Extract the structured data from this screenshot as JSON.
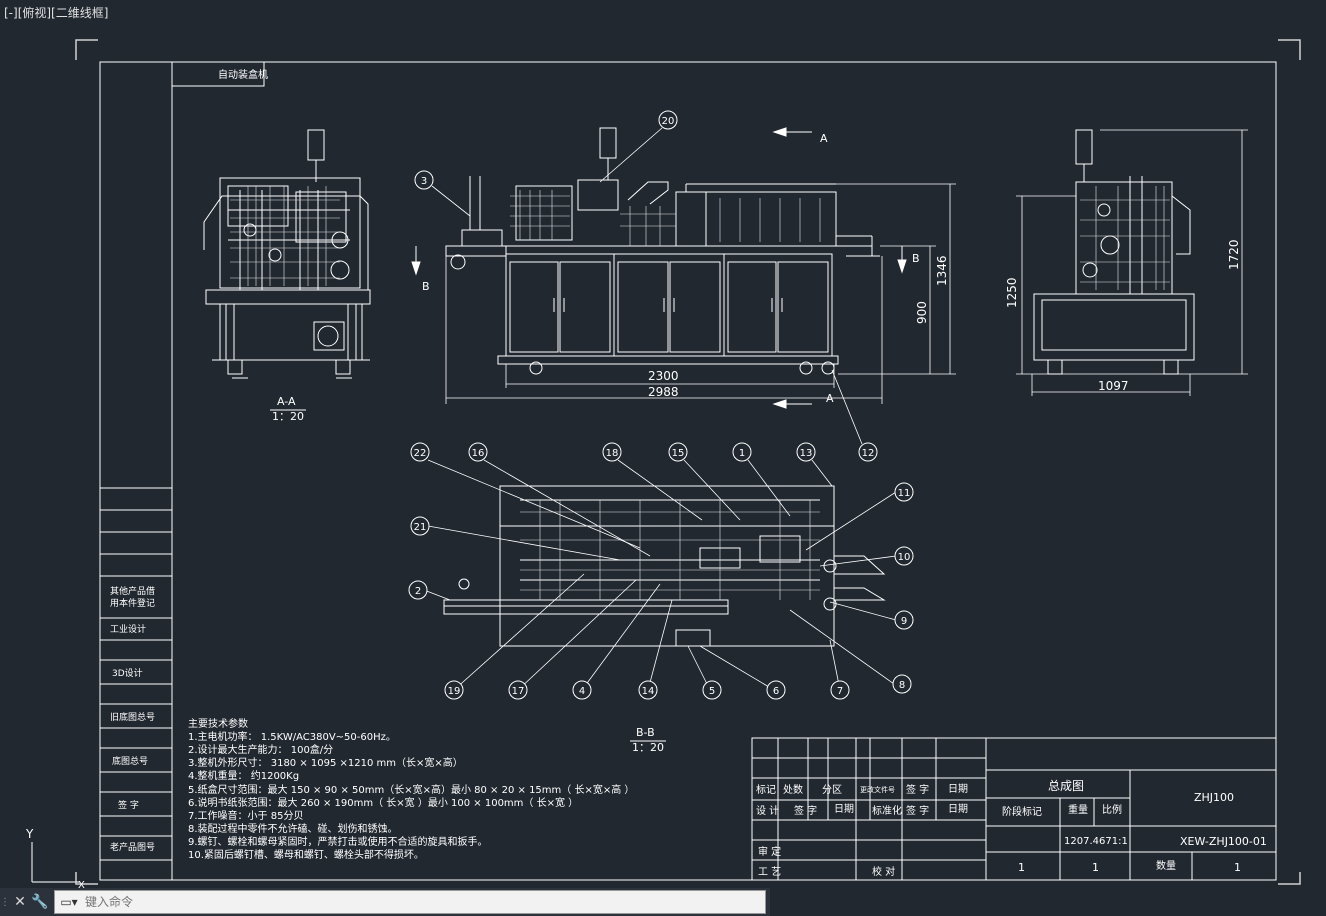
{
  "viewport_label": "[-][俯视][二维线框]",
  "command_line": {
    "placeholder": "键入命令"
  },
  "ucs": {
    "y_label": "Y",
    "x_label": "X"
  },
  "title_block_tab": "自动装盒机",
  "views": {
    "aa_label": "A-A",
    "aa_scale": "1：20",
    "bb_label": "B-B",
    "bb_scale": "1：20",
    "arrow_a": "A",
    "arrow_b": "B"
  },
  "dimensions": {
    "front_width_inner": "2300",
    "front_width_total": "2988",
    "front_height_total": "1346",
    "front_height_table": "900",
    "side_height_total": "1720",
    "side_height_body": "1250",
    "side_width": "1097"
  },
  "balloons": {
    "b1": "1",
    "b2": "2",
    "b3": "3",
    "b4": "4",
    "b5": "5",
    "b6": "6",
    "b7": "7",
    "b8": "8",
    "b9": "9",
    "b10": "10",
    "b11": "11",
    "b12": "12",
    "b13": "13",
    "b14": "14",
    "b15": "15",
    "b16": "16",
    "b17": "17",
    "b18": "18",
    "b19": "19",
    "b20": "20",
    "b21": "21",
    "b22": "22"
  },
  "left_panel": [
    {
      "line1": "其他产品借",
      "line2": "用本件登记"
    },
    {
      "line1": "工业设计",
      "line2": ""
    },
    {
      "line1": "3D设计",
      "line2": ""
    },
    {
      "line1": "旧底图总号",
      "line2": ""
    },
    {
      "line1": "底图总号",
      "line2": ""
    },
    {
      "line1": "签  字",
      "line2": ""
    },
    {
      "line1": "老产品图号",
      "line2": ""
    }
  ],
  "tech_notes": {
    "title": "主要技术参数",
    "lines": [
      "1.主电机功率：        1.5KW/AC380V~50-60Hz。",
      "2.设计最大生产能力：           100盒/分",
      "3.整机外形尺寸：         3180 × 1095 ×1210  mm（长×宽×高）",
      "4.整机重量：            约1200Kg",
      "5.纸盒尺寸范围：最大        150 × 90 × 50mm（长×宽×高）最小          80 × 20 × 15mm（  长×宽×高     ）",
      "6.说明书纸张范围：最大          260 × 190mm（ 长×宽 ）最小  100 × 100mm（ 长×宽 ）",
      "7.工作噪音：小于        85分贝",
      "8.装配过程中零件不允许磕、碰、划伤和锈蚀。",
      "9.螺钉、螺栓和螺母紧固时，严禁打击或使用不合适的旋具和扳手。",
      "10.紧固后螺钉槽、螺母和螺钉、螺栓头部不得损坏。"
    ]
  },
  "title_block": {
    "mark": "标记",
    "count": "处数",
    "zone": "分区",
    "change_doc": "更改文件号",
    "sign1": "签  字",
    "date1": "日期",
    "design": "设  计",
    "sign2": "签  字",
    "date2": "日期",
    "standard": "标准化",
    "sign3": "签  字",
    "date3": "日期",
    "review": "审  定",
    "process": "工  艺",
    "check": "校  对",
    "drawing_name": "总成图",
    "stage_mark": "阶段标记",
    "weight": "重量",
    "ratio": "比例",
    "weight_value": "1207.4671:1",
    "product_code": "ZHJ100",
    "drawing_no": "XEW-ZHJ100-01",
    "sheet_a": "1",
    "sheet_b": "1",
    "qty_label": "数量",
    "qty_value": "1"
  }
}
